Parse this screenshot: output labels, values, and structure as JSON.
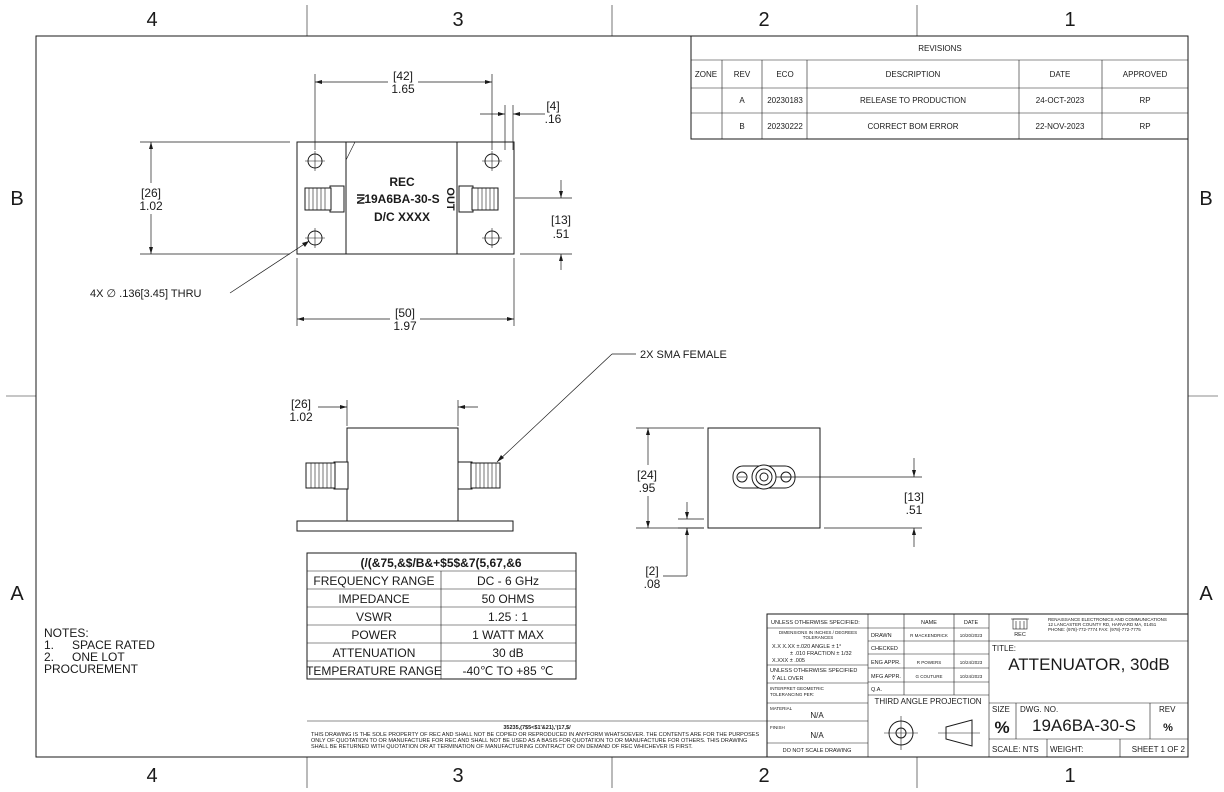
{
  "zones": {
    "columns": [
      "4",
      "3",
      "2",
      "1"
    ],
    "rows": [
      "B",
      "A"
    ]
  },
  "revisions": {
    "title": "REVISIONS",
    "headers": [
      "ZONE",
      "REV",
      "ECO",
      "DESCRIPTION",
      "DATE",
      "APPROVED"
    ],
    "rows": [
      {
        "zone": "",
        "rev": "A",
        "eco": "20230183",
        "description": "RELEASE TO PRODUCTION",
        "date": "24-OCT-2023",
        "approved": "RP"
      },
      {
        "zone": "",
        "rev": "B",
        "eco": "20230222",
        "description": "CORRECT BOM ERROR",
        "date": "22-NOV-2023",
        "approved": "RP"
      }
    ]
  },
  "top_view": {
    "dim_length_mm": "[42]",
    "dim_length_in": "1.65",
    "dim_offset_mm": "[4]",
    "dim_offset_in": ".16",
    "dim_height_mm": "[26]",
    "dim_height_in": "1.02",
    "dim_center_mm": "[13]",
    "dim_center_in": ".51",
    "dim_width_mm": "[50]",
    "dim_width_in": "1.97",
    "hole_note": "4X ∅ .136[3.45] THRU",
    "label_line1": "REC",
    "label_line2": "19A6BA-30-S",
    "label_line3": "D/C XXXX",
    "port_in": "IN",
    "port_out": "OUT"
  },
  "side_view": {
    "dim_mm": "[26]",
    "dim_in": "1.02",
    "connector_note": "2X SMA FEMALE"
  },
  "end_view": {
    "dim_height_mm": "[24]",
    "dim_height_in": ".95",
    "dim_center_mm": "[13]",
    "dim_center_in": ".51",
    "dim_flange_mm": "[2]",
    "dim_flange_in": ".08"
  },
  "specs": {
    "title": "(/(&75,&$/B&+$5$&7(5,67,&6",
    "rows": [
      {
        "label": "FREQUENCY RANGE",
        "value": "DC - 6 GHz"
      },
      {
        "label": "IMPEDANCE",
        "value": "50 OHMS"
      },
      {
        "label": "VSWR",
        "value": "1.25 : 1"
      },
      {
        "label": "POWER",
        "value": "1 WATT MAX"
      },
      {
        "label": "ATTENUATION",
        "value": "30 dB"
      },
      {
        "label": "TEMPERATURE RANGE",
        "value": "-40℃ TO +85 ℃"
      }
    ]
  },
  "notes": {
    "title": "NOTES:",
    "items": [
      {
        "num": "1.",
        "text": "SPACE RATED"
      },
      {
        "num": "2.",
        "text": "ONE LOT"
      }
    ],
    "continuation": "PROCUREMENT"
  },
  "proprietary": {
    "title": "35235,(7$5<$1'&21),'(17,$/",
    "line1": "THIS DRAWING IS THE SOLE PROPERTY OF REC AND SHALL NOT BE COPIED OR REPRODUCED IN ANYFORM WHATSOEVER. THE CONTENTS ARE FOR THE PURPOSES",
    "line2": "ONLY OF QUOTATION TO OR MANUFACTURE FOR REC AND SHALL NOT BE USED AS A BASIS FOR QUOTATION TO OR MANUFACTURE FOR OTHERS. THIS DRAWING",
    "line3": "SHALL BE RETURNED WITH QUOTATION OR AT TERMINATION OF MANUFACTURING CONTRACT OR ON DEMAND OF REC WHICHEVER IS FIRST."
  },
  "title_block": {
    "unless": "UNLESS OTHERWISE SPECIFIED:",
    "dims_note1": "DIMENSIONS IN INCHES / DEGREES",
    "dims_note2": "TOLERANCES",
    "tol1": "X.X X.XX ±.020   ANGLE    ± 1°",
    "tol2": "± .010   FRACTION ± 1/32",
    "tol3": "X.XXX ± .005",
    "surface1": "UNLESS OTHERWISE SPECIFIED",
    "surface2": "∜ ALL OVER",
    "interpret1": "INTERPRET GEOMETRIC",
    "interpret2": "TOLERANCING PER:",
    "material_label": "MATERIAL",
    "material_value": "N/A",
    "finish_label": "FINISH",
    "finish_value": "N/A",
    "no_scale": "DO NOT SCALE DRAWING",
    "col_name": "NAME",
    "col_date": "DATE",
    "signoffs": [
      {
        "role": "DRAWN",
        "name": "R MACKENDRICK",
        "date": "10/20/2023"
      },
      {
        "role": "CHECKED",
        "name": "",
        "date": ""
      },
      {
        "role": "ENG APPR.",
        "name": "R POWERS",
        "date": "10/24/2023"
      },
      {
        "role": "MFG APPR.",
        "name": "G COUTURE",
        "date": "10/24/2023"
      },
      {
        "role": "Q.A.",
        "name": "",
        "date": ""
      }
    ],
    "projection": "THIRD ANGLE PROJECTION",
    "company_line1": "RENAISSANCE ELECTRONICS AND COMMUNICATIONS",
    "company_line2": "12 LANCASTER COUNTY RD, HARVARD MA, 01451",
    "company_line3": "PHONE: (978)-772-7774        FAX: (978)-772-7775",
    "logo_text": "REC",
    "title_label": "TITLE:",
    "title": "ATTENUATOR, 30dB",
    "size_label": "SIZE",
    "size_value": "%",
    "dwg_label": "DWG.  NO.",
    "dwg_no": "19A6BA-30-S",
    "rev_label": "REV",
    "rev_value": "%",
    "scale": "SCALE: NTS",
    "weight": "WEIGHT:",
    "sheet": "SHEET 1 OF 2"
  }
}
